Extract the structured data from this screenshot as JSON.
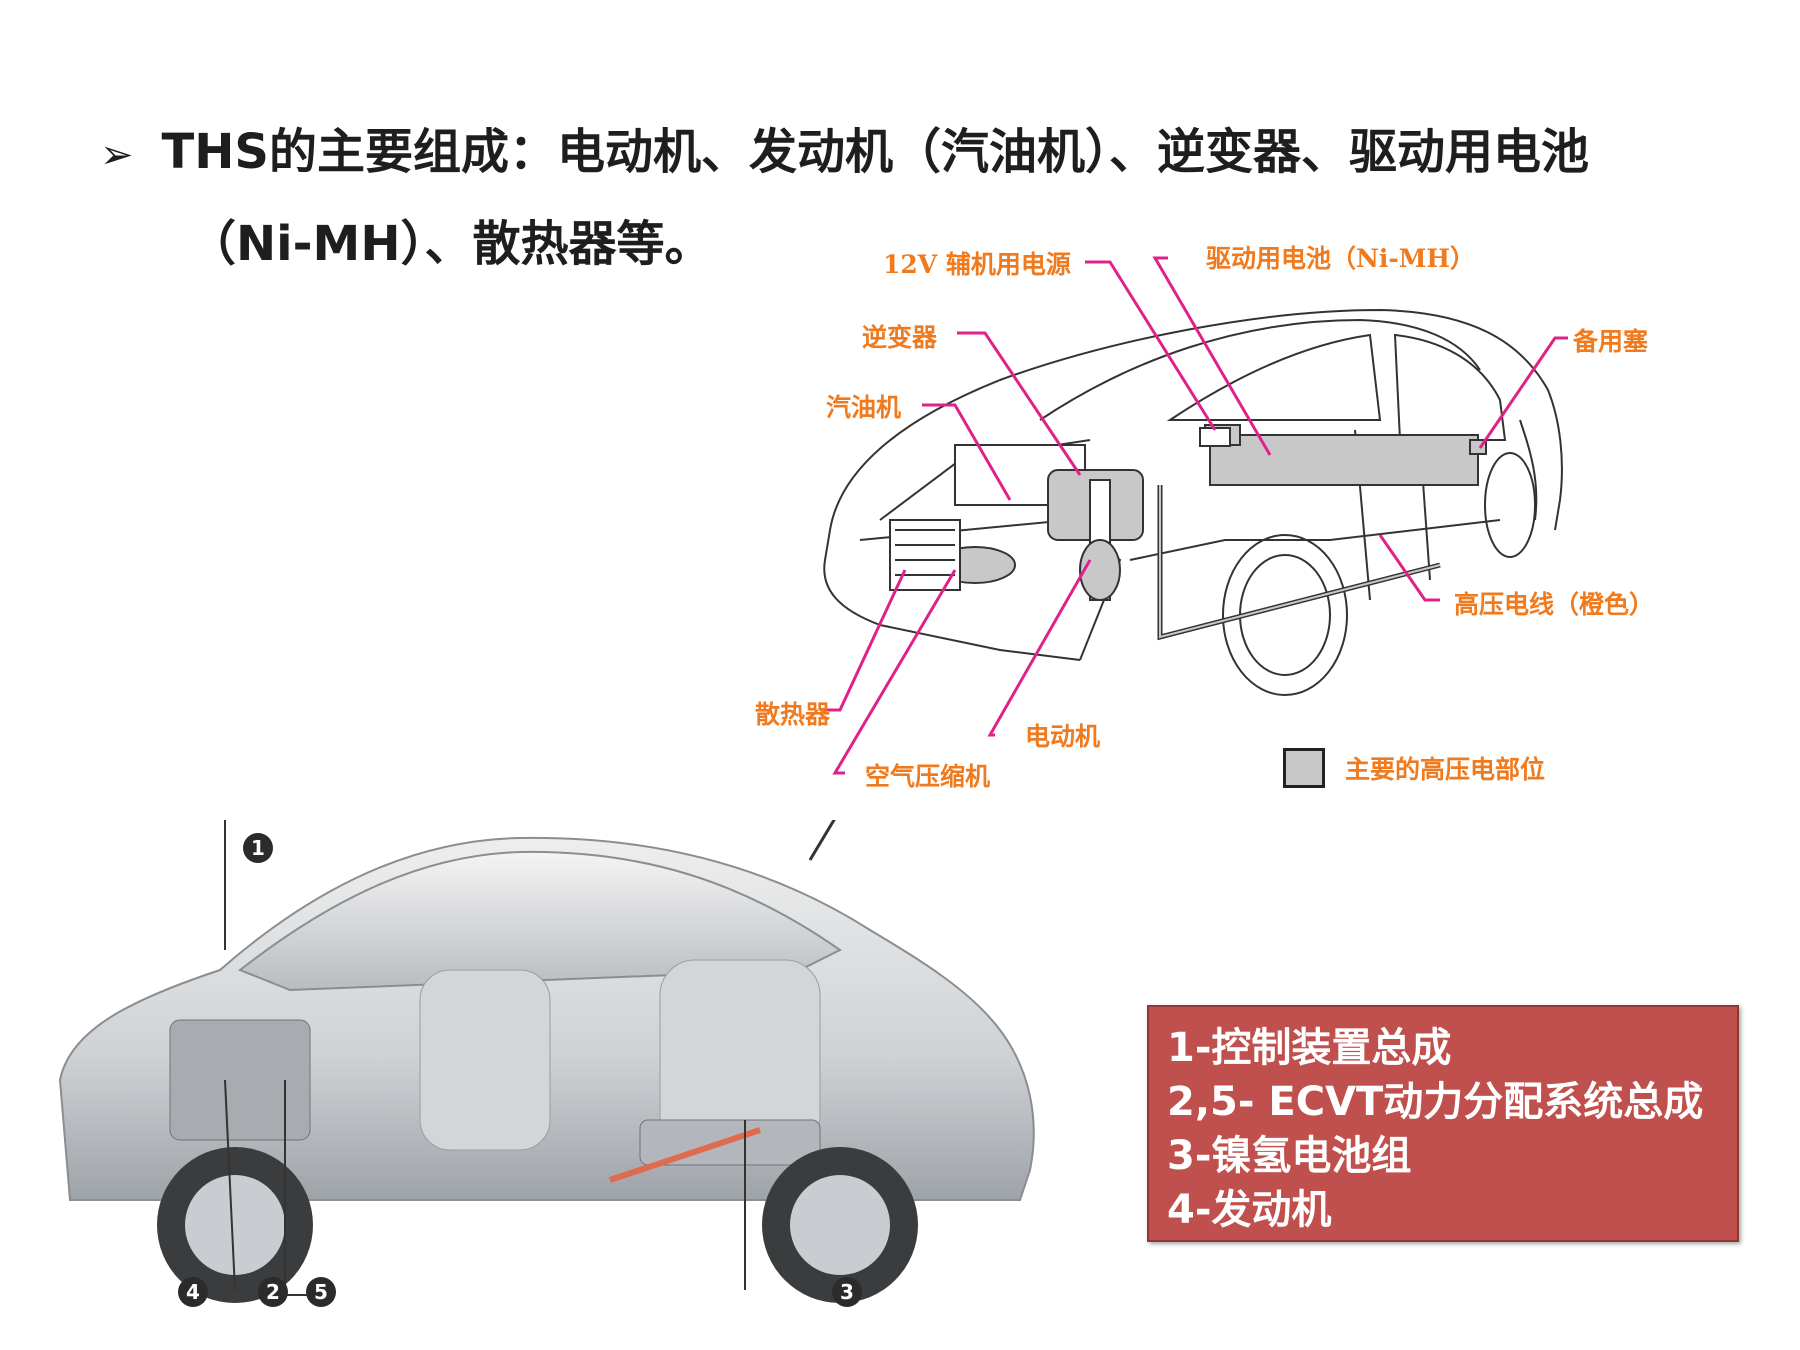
{
  "heading": {
    "line1": "THS的主要组成：电动机、发动机（汽油机）、逆变器、驱动用电池",
    "line2": "（Ni-MH）、散热器等。"
  },
  "diagram": {
    "labels": {
      "aux_power": "12V 辅机用电源",
      "drive_battery": "驱动用电池（Ni-MH）",
      "inverter": "逆变器",
      "gas_engine": "汽油机",
      "spare_plug": "备用塞",
      "hv_cable": "高压电线（橙色）",
      "radiator": "散热器",
      "motor": "电动机",
      "air_compressor": "空气压缩机"
    },
    "legend": "主要的高压电部位",
    "colors": {
      "label": "#f07a1e",
      "leader": "#e0218a",
      "hv_part": "#c8c8c8"
    }
  },
  "photo": {
    "badges": [
      "1",
      "4",
      "2",
      "5",
      "3"
    ]
  },
  "callout": {
    "lines": [
      "1-控制装置总成",
      " 2,5- ECVT动力分配系统总成",
      "3-镍氢电池组",
      "4-发动机"
    ],
    "bg": "#c0504d"
  }
}
